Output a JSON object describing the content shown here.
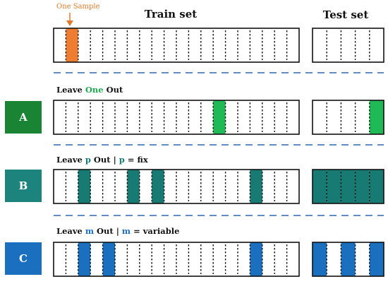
{
  "header": {
    "sample_label": "One Sample",
    "train_title": "Train set",
    "test_title": "Test set"
  },
  "colors": {
    "orange": "#ef7d31",
    "green": "#1fba55",
    "green_badge": "#188434",
    "teal": "#177a73",
    "teal_badge": "#1c847c",
    "blue": "#1a6fbf",
    "blue_badge": "#1a6fbf",
    "divider": "#4a7ebc"
  },
  "rows": [
    {
      "id": "header",
      "badge": "",
      "label": [],
      "train_highlight": [
        1
      ],
      "test_highlight": [],
      "color": "orange"
    },
    {
      "id": "A",
      "badge": "A",
      "label": [
        {
          "text": "Leave ",
          "accent": false
        },
        {
          "text": "One",
          "accent": true
        },
        {
          "text": " Out",
          "accent": false
        }
      ],
      "train_highlight": [
        13
      ],
      "test_highlight": [
        4
      ],
      "color": "green",
      "badge_color": "green_badge"
    },
    {
      "id": "B",
      "badge": "B",
      "label": [
        {
          "text": "Leave ",
          "accent": false
        },
        {
          "text": "p",
          "accent": true
        },
        {
          "text": " Out | ",
          "accent": false
        },
        {
          "text": "p",
          "accent": true
        },
        {
          "text": " = fix",
          "accent": false
        }
      ],
      "train_highlight": [
        2,
        6,
        8,
        16
      ],
      "test_highlight": [
        0,
        1,
        2,
        3,
        4
      ],
      "color": "teal",
      "badge_color": "teal_badge"
    },
    {
      "id": "C",
      "badge": "C",
      "label": [
        {
          "text": "Leave ",
          "accent": false
        },
        {
          "text": "m",
          "accent": true
        },
        {
          "text": " Out | ",
          "accent": false
        },
        {
          "text": "m",
          "accent": true
        },
        {
          "text": " = variable",
          "accent": false
        }
      ],
      "train_highlight": [
        2,
        4,
        16
      ],
      "test_highlight": [
        0,
        2,
        4
      ],
      "color": "blue",
      "badge_color": "blue_badge"
    }
  ]
}
